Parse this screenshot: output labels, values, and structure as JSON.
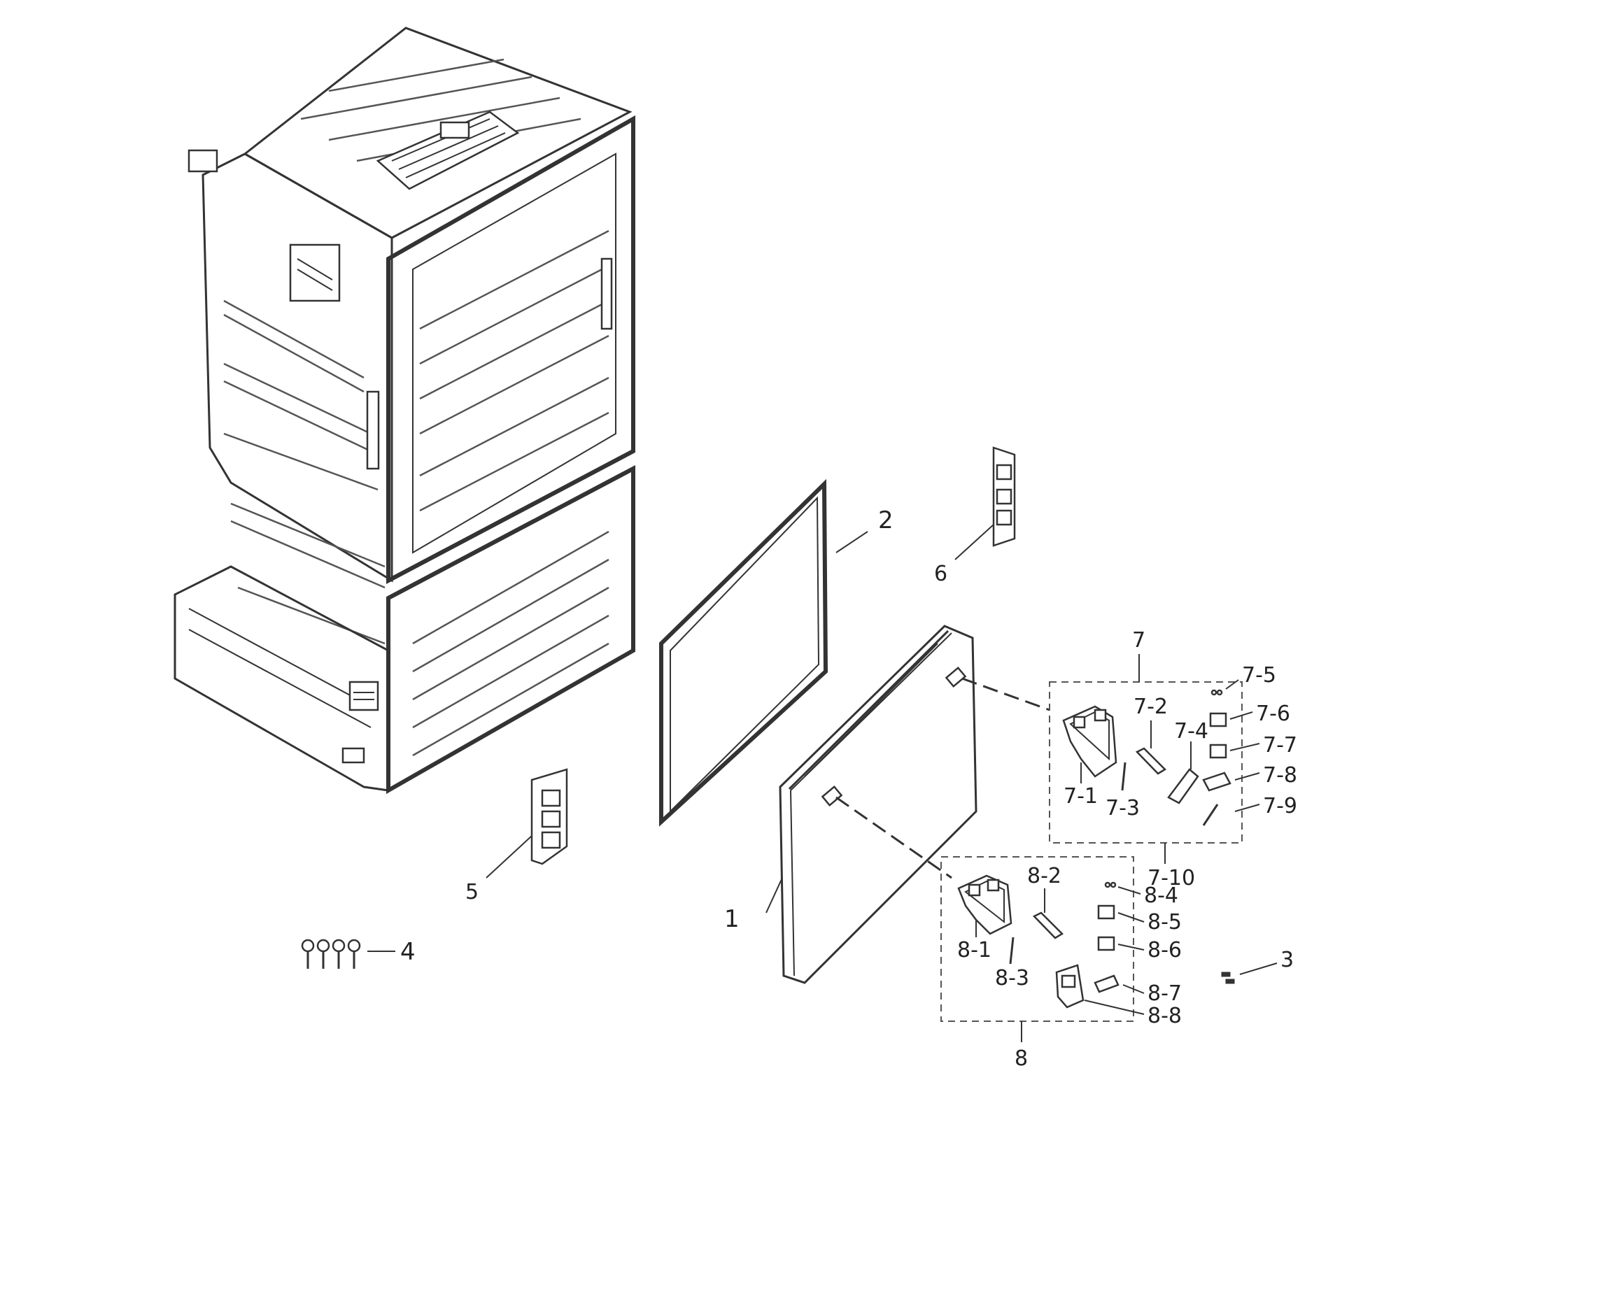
{
  "labels": {
    "p1": "1",
    "p2": "2",
    "p3": "3",
    "p4": "4",
    "p5": "5",
    "p6": "6",
    "p7": "7",
    "p7_1": "7-1",
    "p7_2": "7-2",
    "p7_3": "7-3",
    "p7_4": "7-4",
    "p7_5": "7-5",
    "p7_6": "7-6",
    "p7_7": "7-7",
    "p7_8": "7-8",
    "p7_9": "7-9",
    "p7_10": "7-10",
    "p8": "8",
    "p8_1": "8-1",
    "p8_2": "8-2",
    "p8_3": "8-3",
    "p8_4": "8-4",
    "p8_5": "8-5",
    "p8_6": "8-6",
    "p8_7": "8-7",
    "p8_8": "8-8"
  },
  "colors": {
    "ink": "#333333",
    "background": "#ffffff"
  }
}
